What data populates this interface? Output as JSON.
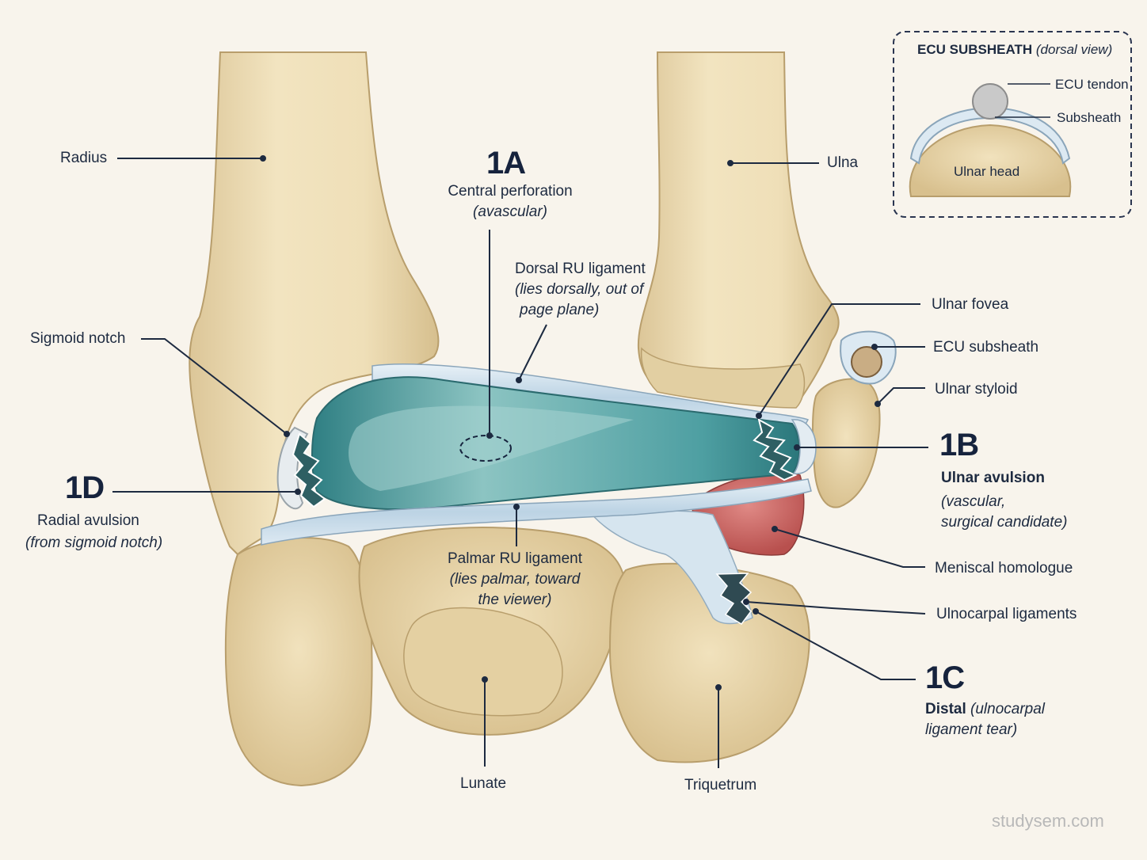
{
  "labels": {
    "radius": "Radius",
    "ulna": "Ulna",
    "sigmoid_notch": "Sigmoid notch",
    "lunate": "Lunate",
    "triquetrum": "Triquetrum",
    "ulnar_fovea": "Ulnar fovea",
    "ecu_subsheath": "ECU subsheath",
    "ulnar_styloid": "Ulnar styloid",
    "meniscal_homologue": "Meniscal homologue",
    "ulnocarpal_ligaments": "Ulnocarpal ligaments",
    "dorsal_ru": {
      "line1": "Dorsal RU ligament",
      "line2": "(lies dorsally, out of",
      "line3": "page plane)"
    },
    "palmar_ru": {
      "line1": "Palmar RU ligament",
      "line2": "(lies palmar, toward",
      "line3": "the viewer)"
    }
  },
  "tears": {
    "1a": {
      "code": "1A",
      "line1": "Central perforation",
      "line2": "(avascular)"
    },
    "1b": {
      "code": "1B",
      "line1": "Ulnar avulsion",
      "line2": "(vascular,",
      "line3": "surgical candidate)"
    },
    "1c": {
      "code": "1C",
      "title": "Distal",
      "rest": "(ulnocarpal",
      "line2": "ligament tear)"
    },
    "1d": {
      "code": "1D",
      "line1": "Radial avulsion",
      "line2": "(from sigmoid notch)"
    }
  },
  "inset": {
    "title": "ECU SUBSHEATH",
    "title_suffix": "(dorsal view)",
    "ecu_tendon": "ECU tendon",
    "subsheath": "Subsheath",
    "ulnar_head": "Ulnar head"
  },
  "watermark": "studysem.com",
  "colors": {
    "background": "#f8f4ec",
    "bone": "#ecdcb4",
    "tfcc_disc": "#4e9fa2",
    "ligament": "#cfe1ee",
    "meniscal_homologue": "#c96060",
    "leader_line": "#1d2a40"
  }
}
